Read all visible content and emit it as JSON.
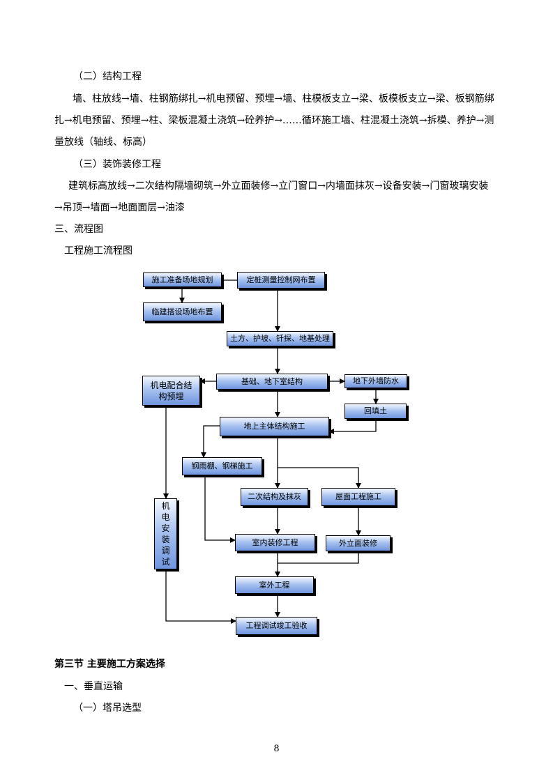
{
  "text": {
    "h_struct": "（二）结构工程",
    "p_struct_1": "墙、柱放线→墙、柱钢筋绑扎→机电预留、预埋→墙、柱模板支立→梁、板模板支立→梁、板钢筋绑",
    "p_struct_2": "扎→机电预留、预埋→柱、梁板混凝土浇筑→砼养护→……循环施工墙、柱混凝土浇筑→拆模、养护→测",
    "p_struct_3": "量放线（轴线、标高）",
    "h_deco": "（三）装饰装修工程",
    "p_deco_1": "建筑标高放线→二次结构隔墙砌筑→外立面装修→立门窗口→内墙面抹灰→设备安装→门窗玻璃安装",
    "p_deco_2": "→吊顶→墙面→地面面层→油漆",
    "h_flow": "三、流程图",
    "flow_title": "工程施工流程图",
    "section3": "第三节  主要施工方案选择",
    "h_vertical": "一、垂直运输",
    "h_tower": "（一）塔吊选型",
    "page_number": "8"
  },
  "flowchart": {
    "b1": "施工准备场地规划",
    "b2": "定桩测量控制网布置",
    "b3": "临建搭设场地布置",
    "b4": "土方、护坡、钎探、地基处理",
    "b5": "基础、地下室结构",
    "b6": "地下外墙防水",
    "b7": "机电配合结",
    "b7b": "构预埋",
    "b8": "回填土",
    "b9": "地上主体结构施工",
    "b10": "钢雨棚、钢梯施工",
    "b11": "二次结构及抹灰",
    "b12": "屋面工程施工",
    "b13": [
      "机",
      "电",
      "安",
      "装",
      "调",
      "试"
    ],
    "b14": "室内装修工程",
    "b15": "外立面装修",
    "b16": "室外工程",
    "b17": "工程调试竣工验收"
  }
}
